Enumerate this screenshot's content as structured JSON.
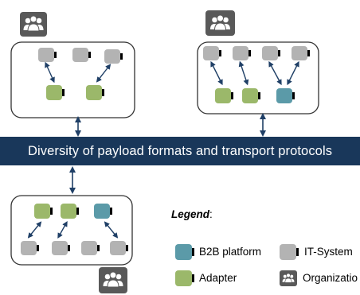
{
  "banner": {
    "text": "Diversity of payload formats and transport protocols"
  },
  "legend": {
    "title": "Legend",
    "title_suffix": ":",
    "items": [
      {
        "label": "B2B platform",
        "color": "#5b9aa8",
        "icon": "b2b-platform-box"
      },
      {
        "label": "IT-System",
        "color": "#b3b3b3",
        "icon": "it-system-box"
      },
      {
        "label": "Adapter",
        "color": "#9bb86a",
        "icon": "adapter-box"
      },
      {
        "label": "Organizatio",
        "color": "#595959",
        "icon": "organization-people-icon"
      }
    ]
  },
  "colors": {
    "banner": "#19375a",
    "it_system": "#b3b3b3",
    "adapter": "#9bb86a",
    "b2b_platform": "#5b9aa8",
    "organization": "#595959",
    "arrow": "#1f3f66"
  }
}
